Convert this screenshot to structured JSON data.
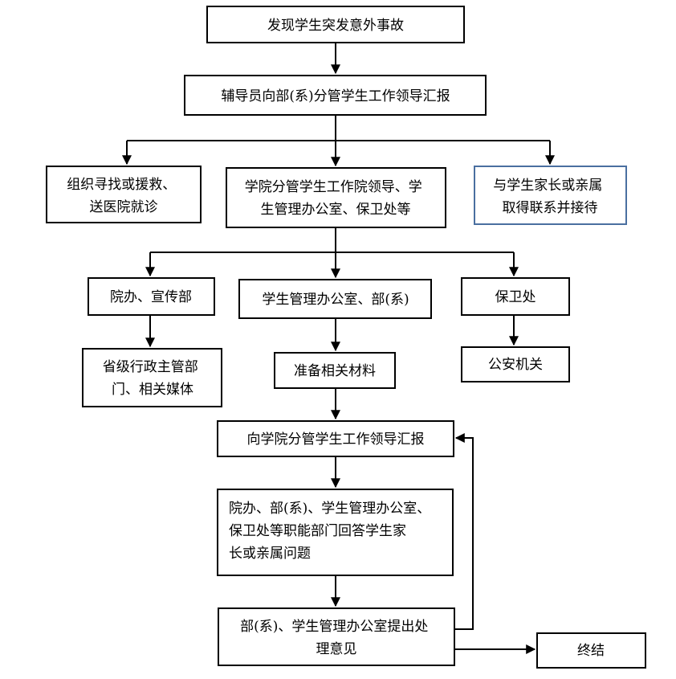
{
  "nodes": {
    "discover": [
      "发现学生突发意外事故"
    ],
    "counselor_report": [
      "辅导员向部(系)分管学生工作领导汇报"
    ],
    "organize_search": [
      "组织寻找或援救、",
      "送医院就诊"
    ],
    "college_leaders": [
      "学院分管学生工作院领导、学",
      "生管理办公室、保卫处等"
    ],
    "contact_family": [
      "与学生家长或亲属",
      "取得联系并接待"
    ],
    "college_office_publicity": [
      "院办、宣传部"
    ],
    "student_office_dept": [
      "学生管理办公室、部(系)"
    ],
    "security_office": [
      "保卫处"
    ],
    "provincial_media": [
      "省级行政主管部",
      "门、相关媒体"
    ],
    "prepare_materials": [
      "准备相关材料"
    ],
    "public_security": [
      "公安机关"
    ],
    "report_to_college": [
      "向学院分管学生工作领导汇报"
    ],
    "answer_family": [
      "院办、部(系)、学生管理办公室、",
      "保卫处等职能部门回答学生家",
      "长或亲属问题"
    ],
    "handling_opinion": [
      "部(系)、学生管理办公室提出处",
      "理意见"
    ],
    "end": [
      "终结"
    ]
  },
  "colors": {
    "line": "#000000",
    "highlight_border": "#4a6fa0"
  }
}
